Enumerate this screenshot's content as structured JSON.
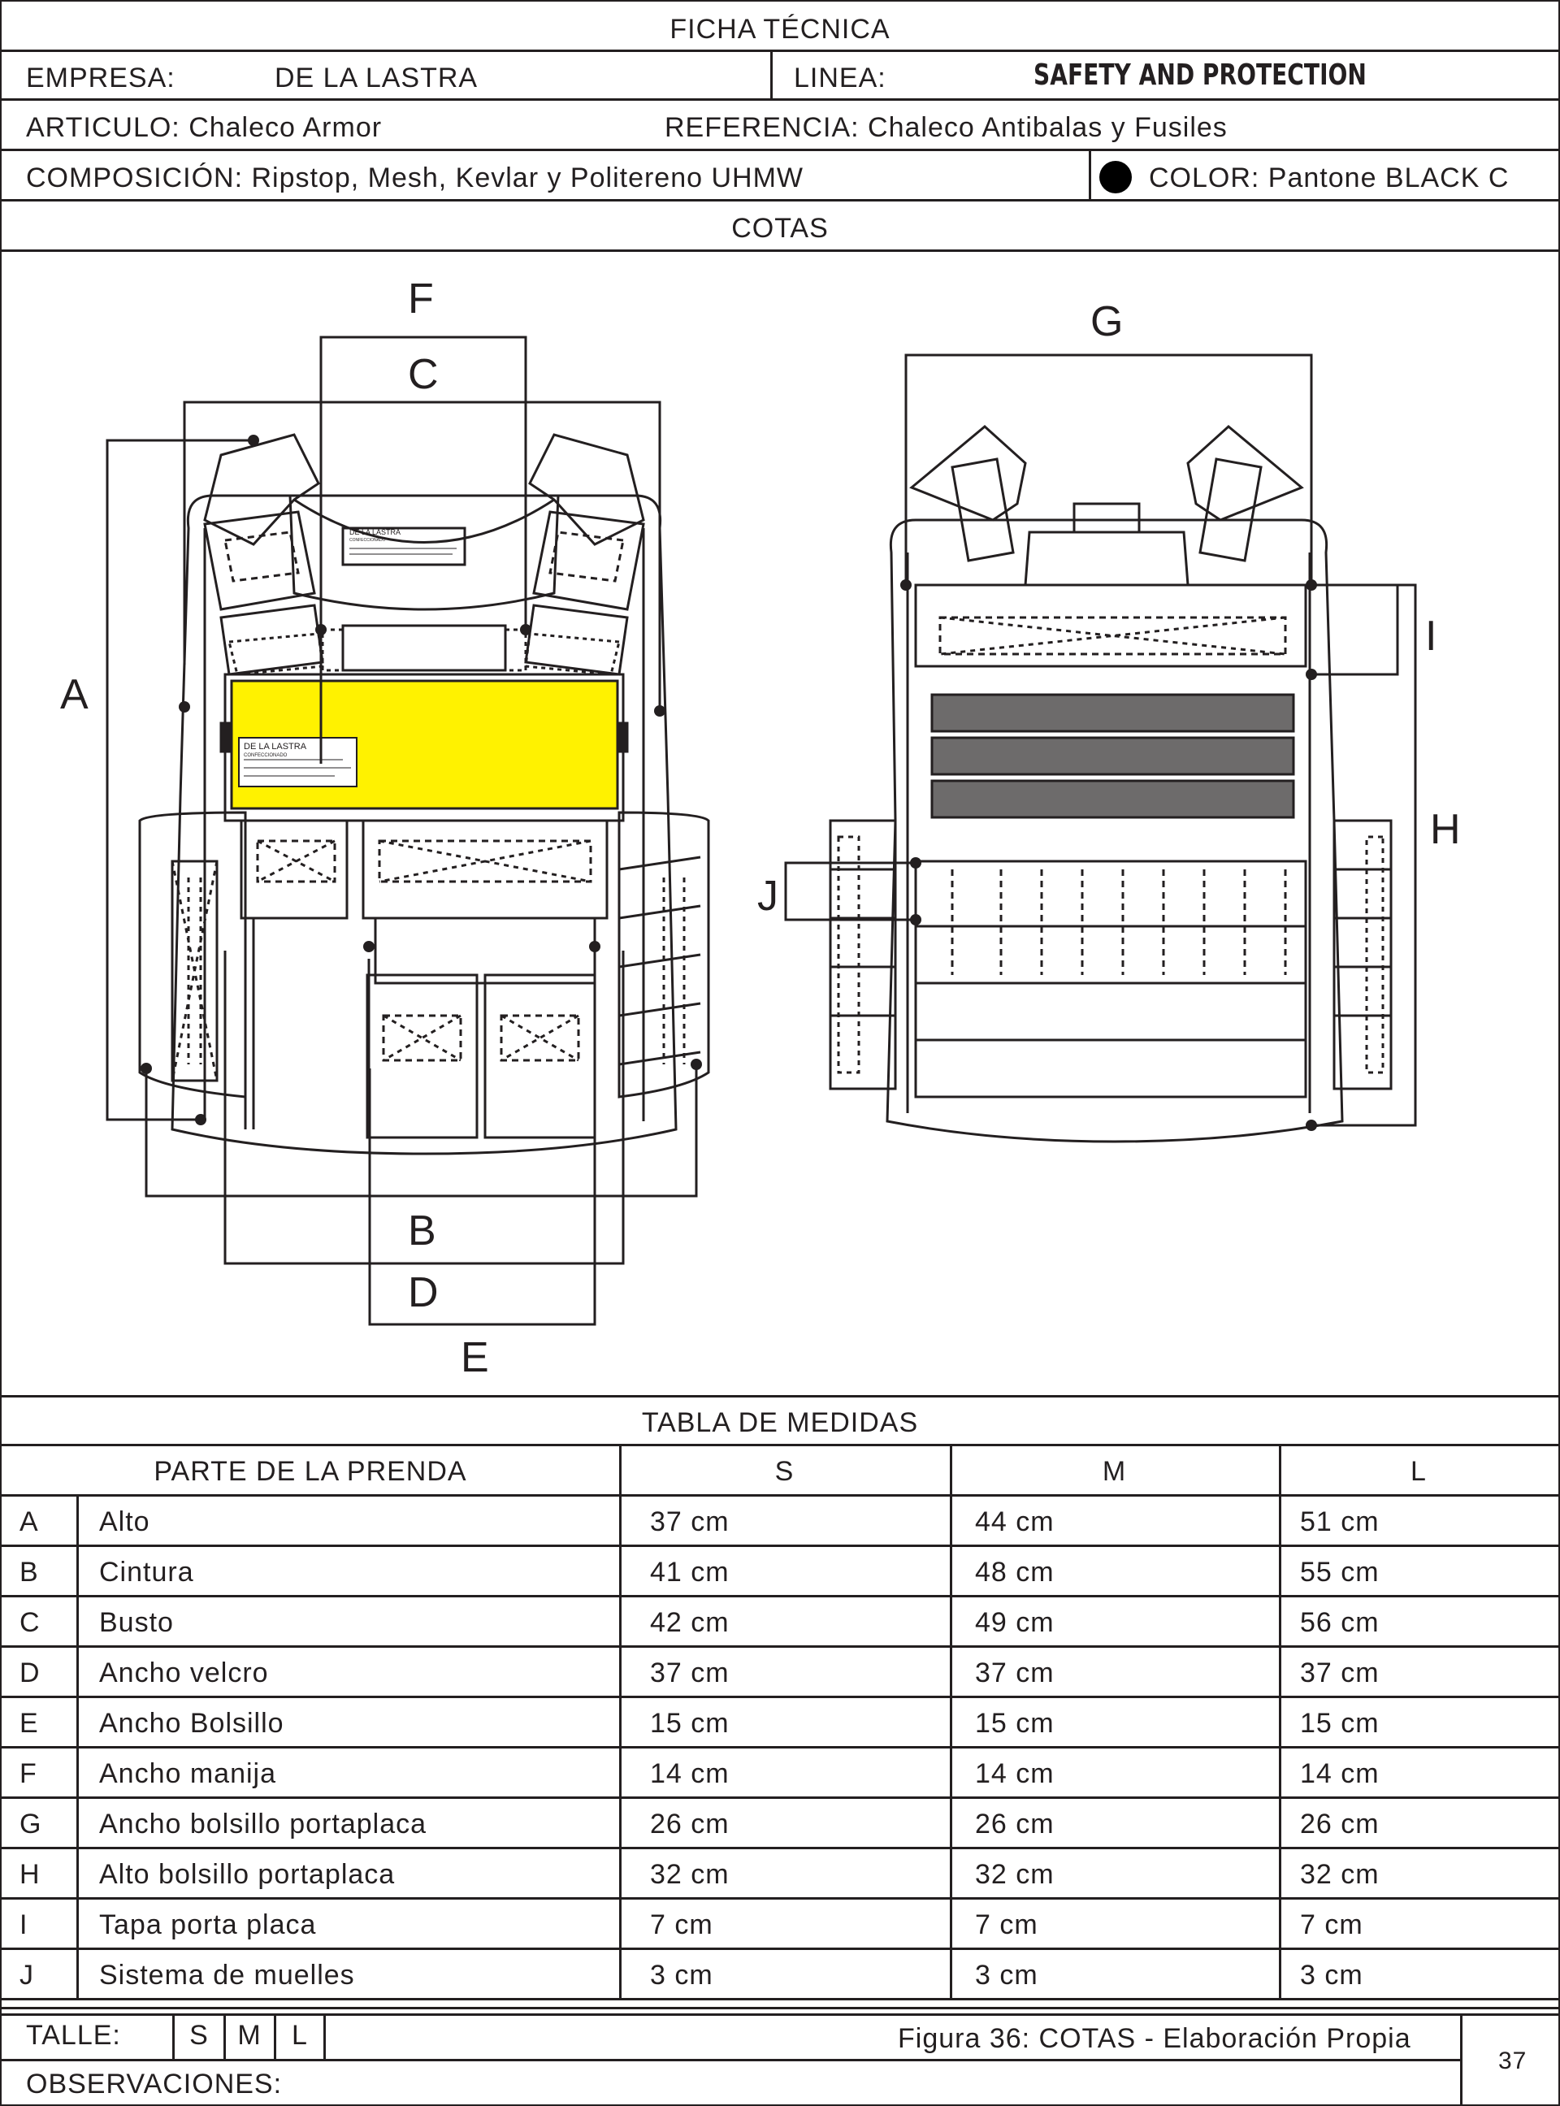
{
  "header": {
    "title": "FICHA TÉCNICA",
    "empresa_label": "EMPRESA:",
    "empresa_value": "DE LA LASTRA",
    "linea_label": "LINEA:",
    "linea_value": "SAFETY AND PROTECTION",
    "articulo": "ARTICULO: Chaleco Armor",
    "referencia": "REFERENCIA: Chaleco Antibalas y Fusiles",
    "composicion": "COMPOSICIÓN: Ripstop, Mesh, Kevlar y Politereno UHMW",
    "color_label": "COLOR: Pantone BLACK C",
    "color_swatch": "#000000",
    "cotas_title": "COTAS"
  },
  "drawing": {
    "letters": {
      "a": "A",
      "b": "B",
      "c": "C",
      "d": "D",
      "e": "E",
      "f": "F",
      "g": "G",
      "h": "H",
      "i": "I",
      "j": "J"
    },
    "label_brand": "DE LA LASTRA",
    "label_sub": "CONFECCIONADO",
    "highlight_color": "#fff200",
    "plate_color": "#6d6b6b"
  },
  "table": {
    "title": "TABLA DE MEDIDAS",
    "headers": [
      "PARTE DE LA PRENDA",
      "S",
      "M",
      "L"
    ],
    "rows": [
      {
        "code": "A",
        "part": "Alto",
        "s": "37 cm",
        "m": "44 cm",
        "l": "51 cm"
      },
      {
        "code": "B",
        "part": "Cintura",
        "s": "41 cm",
        "m": "48 cm",
        "l": "55 cm"
      },
      {
        "code": "C",
        "part": "Busto",
        "s": "42 cm",
        "m": "49 cm",
        "l": "56 cm"
      },
      {
        "code": "D",
        "part": "Ancho velcro",
        "s": "37 cm",
        "m": "37 cm",
        "l": "37 cm"
      },
      {
        "code": "E",
        "part": "Ancho Bolsillo",
        "s": "15 cm",
        "m": "15 cm",
        "l": "15 cm"
      },
      {
        "code": "F",
        "part": "Ancho manija",
        "s": "14 cm",
        "m": "14 cm",
        "l": "14 cm"
      },
      {
        "code": "G",
        "part": "Ancho bolsillo portaplaca",
        "s": "26 cm",
        "m": "26 cm",
        "l": "26 cm"
      },
      {
        "code": "H",
        "part": "Alto bolsillo portaplaca",
        "s": "32 cm",
        "m": "32 cm",
        "l": "32 cm"
      },
      {
        "code": "I",
        "part": "Tapa porta placa",
        "s": "7 cm",
        "m": "7 cm",
        "l": "7 cm"
      },
      {
        "code": "J",
        "part": "Sistema de muelles",
        "s": "3 cm",
        "m": "3 cm",
        "l": "3 cm"
      }
    ]
  },
  "footer": {
    "talle_label": "TALLE:",
    "sizes": [
      "S",
      "M",
      "L"
    ],
    "figure_caption": "Figura 36: COTAS - Elaboración Propia",
    "observaciones_label": "OBSERVACIONES:",
    "page_number": "37"
  }
}
